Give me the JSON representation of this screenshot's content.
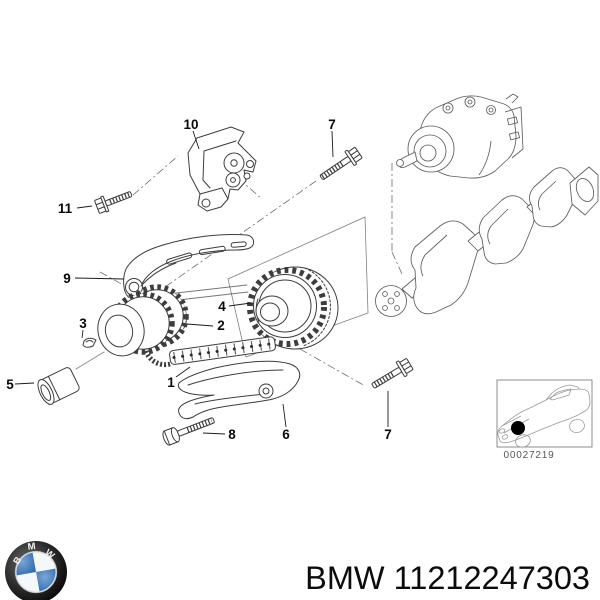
{
  "page": {
    "type": "parts-catalog-illustration",
    "background": "#ffffff"
  },
  "diagram": {
    "description": "BMW timing chain / lower drive train exploded parts diagram",
    "callouts": {
      "n10": "10",
      "n7_top": "7",
      "n11": "11",
      "n9": "9",
      "n4": "4",
      "n2": "2",
      "n3": "3",
      "n5": "5",
      "n1": "1",
      "n8": "8",
      "n6": "6",
      "n7_bottom": "7"
    }
  },
  "thumbnail": {
    "code": "00027219"
  },
  "footer": {
    "brand": "BMW",
    "part_number": "11212247303"
  },
  "logo": {
    "letters": [
      "B",
      "M",
      "W"
    ]
  },
  "colors": {
    "line": "#3d3d3d",
    "light_line": "#5d5d5d",
    "construction": "#7a7a7a",
    "label": "#0a0a0a",
    "thumb_line": "#9a9a9a",
    "thumb_text": "#565656",
    "logo_blue": "#3a78bd",
    "logo_ring": "#161616"
  }
}
